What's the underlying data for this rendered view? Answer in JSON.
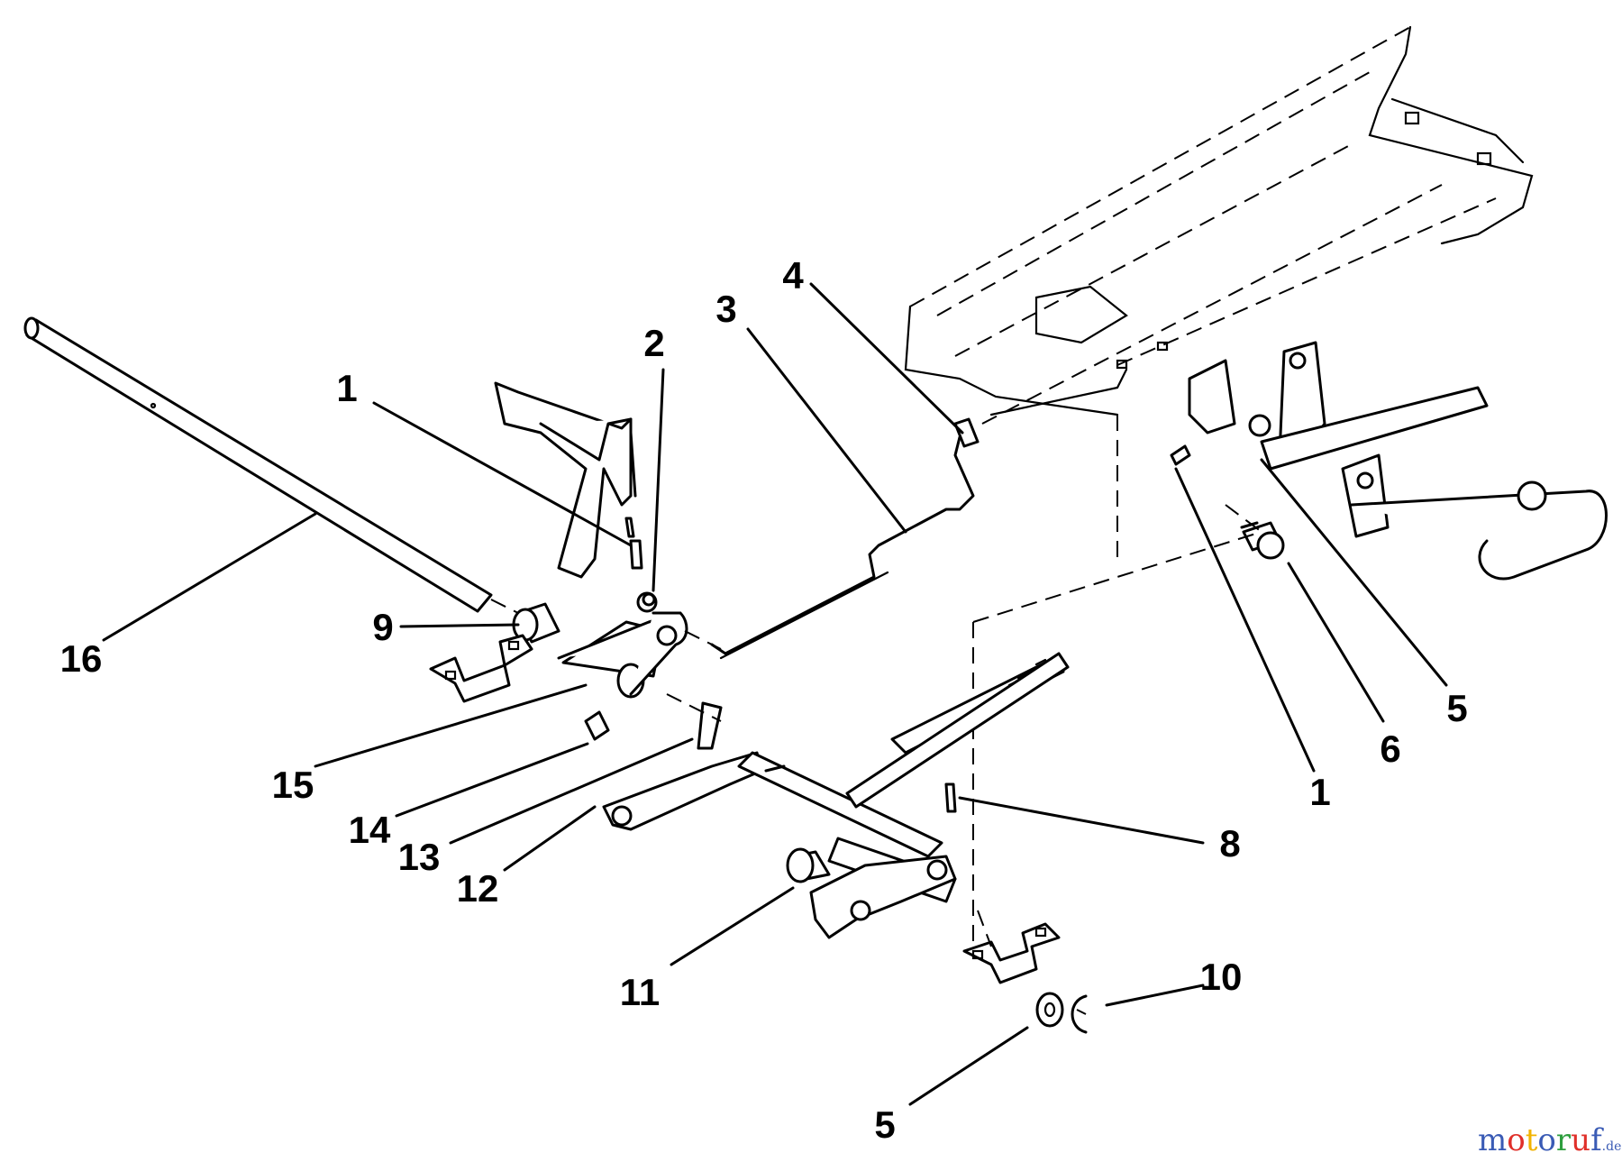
{
  "callouts": [
    "1",
    "2",
    "3",
    "4",
    "1",
    "16",
    "9",
    "15",
    "14",
    "13",
    "12",
    "11",
    "8",
    "5",
    "10",
    "1",
    "6",
    "5"
  ],
  "watermark": {
    "letters": [
      "m",
      "o",
      "t",
      "o",
      "r",
      "u",
      "f"
    ],
    "colors": [
      "#3a5bb5",
      "#e0302a",
      "#f2b300",
      "#3a5bb5",
      "#2e9e3e",
      "#e0302a",
      "#3a5bb5"
    ],
    "suffix": ".de"
  }
}
